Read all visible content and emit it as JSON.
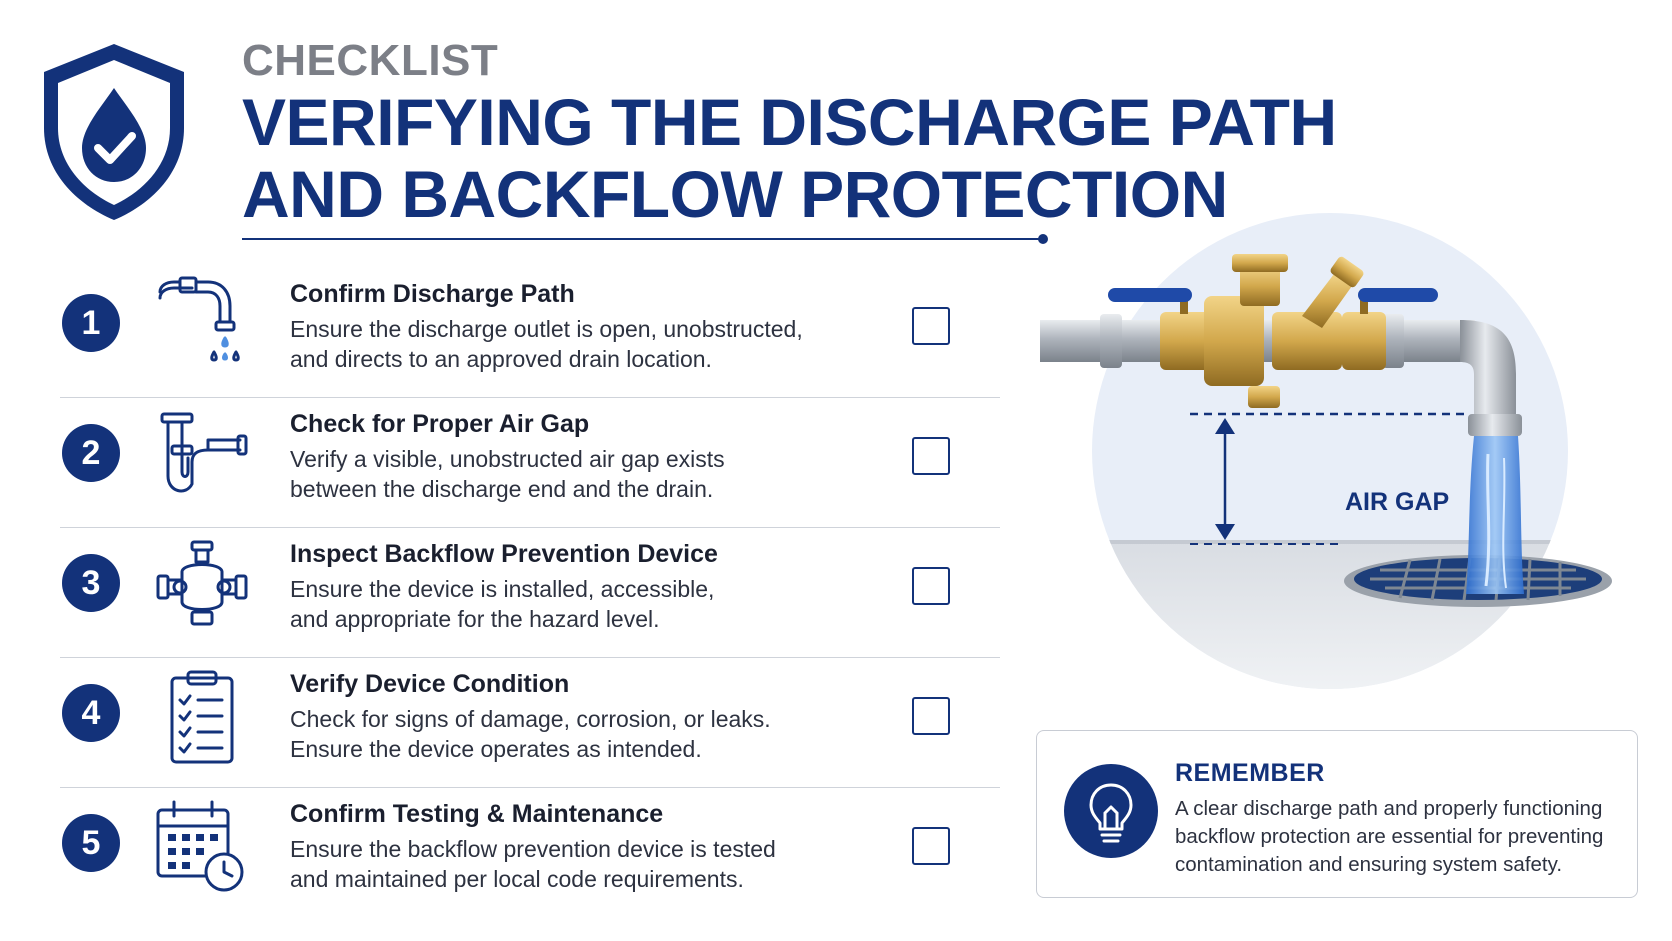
{
  "header": {
    "eyebrow": "CHECKLIST",
    "title_line1": "VERIFYING THE DISCHARGE PATH",
    "title_line2": "AND BACKFLOW PROTECTION",
    "shield_icon": "shield-water-drop-check-icon"
  },
  "checklist": {
    "items": [
      {
        "number": "1",
        "title": "Confirm Discharge Path",
        "line1": "Ensure the discharge outlet is open, unobstructed,",
        "line2": "and directs to an approved drain location.",
        "icon": "faucet-drip-icon",
        "checked": false
      },
      {
        "number": "2",
        "title": "Check for Proper Air Gap",
        "line1": "Verify a visible, unobstructed air gap exists",
        "line2": "between the discharge end and the drain.",
        "icon": "pipe-trap-icon",
        "checked": false
      },
      {
        "number": "3",
        "title": "Inspect Backflow Prevention Device",
        "line1": "Ensure the device is installed, accessible,",
        "line2": "and appropriate for the hazard level.",
        "icon": "backflow-valve-icon",
        "checked": false
      },
      {
        "number": "4",
        "title": "Verify Device Condition",
        "line1": "Check for signs of damage, corrosion, or leaks.",
        "line2": "Ensure the device operates as intended.",
        "icon": "clipboard-checklist-icon",
        "checked": false
      },
      {
        "number": "5",
        "title": "Confirm Testing & Maintenance",
        "line1": "Ensure the backflow prevention device is tested",
        "line2": "and maintained per local code requirements.",
        "icon": "calendar-clock-icon",
        "checked": false
      }
    ]
  },
  "illustration": {
    "air_gap_label": "AIR GAP",
    "colors": {
      "brass": "#d2a84c",
      "pipe": "#bfc4cb",
      "water": "#4f8fe0",
      "handle": "#1f4aa8"
    }
  },
  "remember": {
    "title": "REMEMBER",
    "line1": "A clear discharge path and properly functioning",
    "line2": "backflow protection are essential for preventing",
    "line3": "contamination and ensuring system safety.",
    "icon": "lightbulb-icon"
  },
  "colors": {
    "navy": "#13327a",
    "gray": "#7c7f87",
    "text": "#2d3240"
  }
}
